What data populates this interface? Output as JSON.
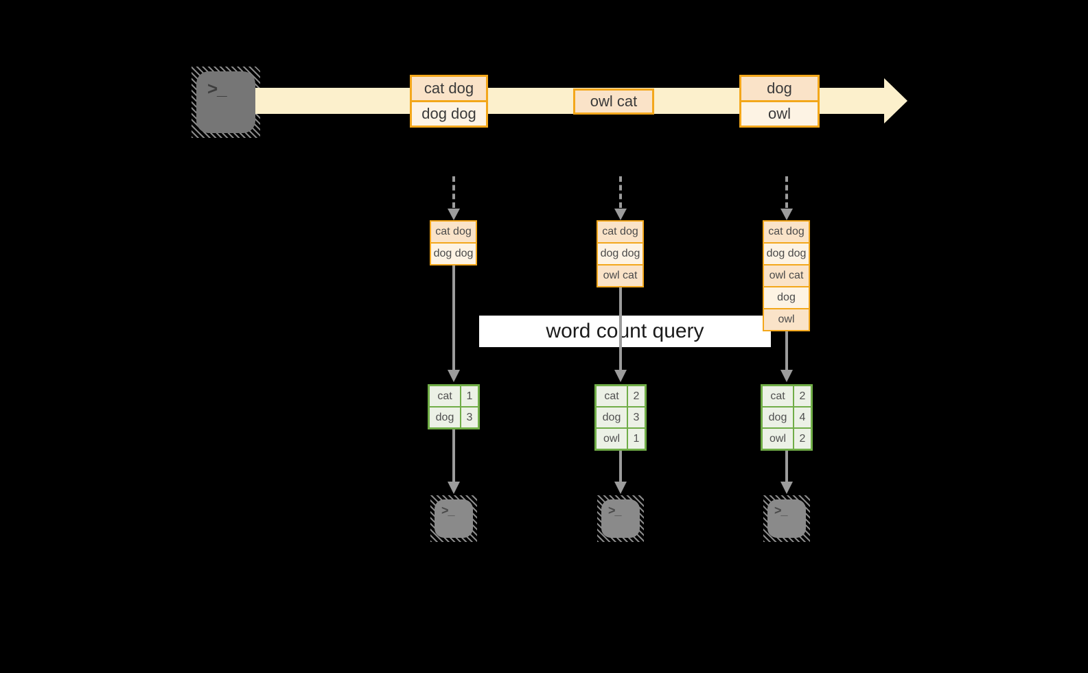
{
  "query_label": "word count query",
  "terminal": {
    "glyph": ">_"
  },
  "stream": {
    "boxes": [
      {
        "cells": [
          "cat dog",
          "dog dog"
        ]
      },
      {
        "cells": [
          "owl cat"
        ]
      },
      {
        "cells": [
          "dog",
          "owl"
        ]
      }
    ]
  },
  "columns": [
    {
      "stack": [
        "cat dog",
        "dog dog"
      ],
      "table": [
        {
          "word": "cat",
          "count": "1"
        },
        {
          "word": "dog",
          "count": "3"
        }
      ]
    },
    {
      "stack": [
        "cat dog",
        "dog dog",
        "owl cat"
      ],
      "table": [
        {
          "word": "cat",
          "count": "2"
        },
        {
          "word": "dog",
          "count": "3"
        },
        {
          "word": "owl",
          "count": "1"
        }
      ]
    },
    {
      "stack": [
        "cat dog",
        "dog dog",
        "owl cat",
        "dog",
        "owl"
      ],
      "table": [
        {
          "word": "cat",
          "count": "2"
        },
        {
          "word": "dog",
          "count": "4"
        },
        {
          "word": "owl",
          "count": "2"
        }
      ]
    }
  ],
  "colors": {
    "accent_orange": "#F3A71B",
    "fill_peach": "#FAE3C8",
    "fill_cream": "#FDF3E4",
    "stream_band": "#FCF0CC",
    "accent_green": "#70AD47",
    "fill_green": "#ECF1E6",
    "arrow_gray": "#9C9C9C",
    "background": "#000000"
  }
}
